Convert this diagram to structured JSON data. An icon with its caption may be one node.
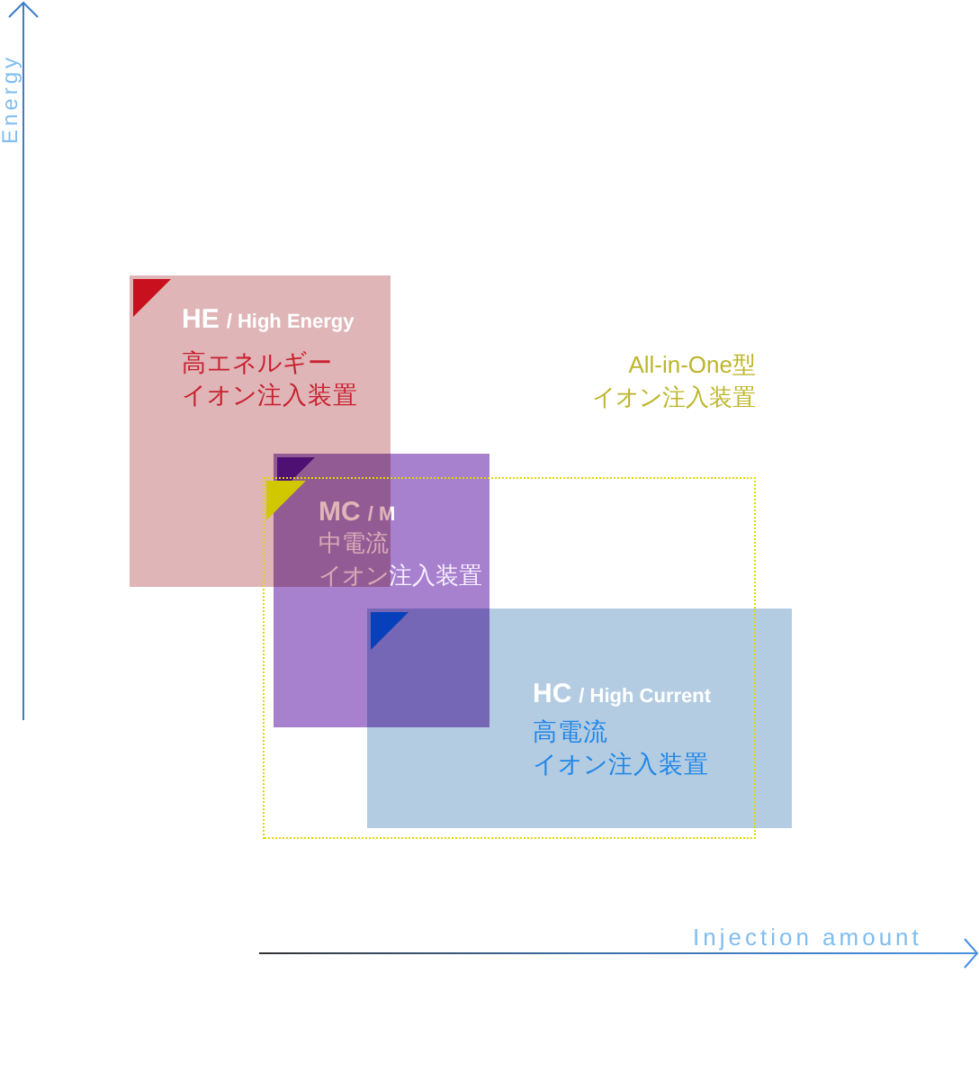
{
  "diagram": {
    "nodes": [
      {
        "text": [
          "HE",
          "/ High Energy",
          "高エネルギーイオン注入装置"
        ]
      },
      {
        "text": [
          "MC",
          "/ M",
          "中電流イオン注入装置"
        ]
      },
      {
        "text": [
          "HC",
          "/ High Current",
          "高電流イオン注入装置"
        ]
      },
      {
        "text": [
          "All-in-One型イオン注入装置"
        ]
      }
    ],
    "labels": [
      "Energy",
      "Injection amount"
    ]
  }
}
